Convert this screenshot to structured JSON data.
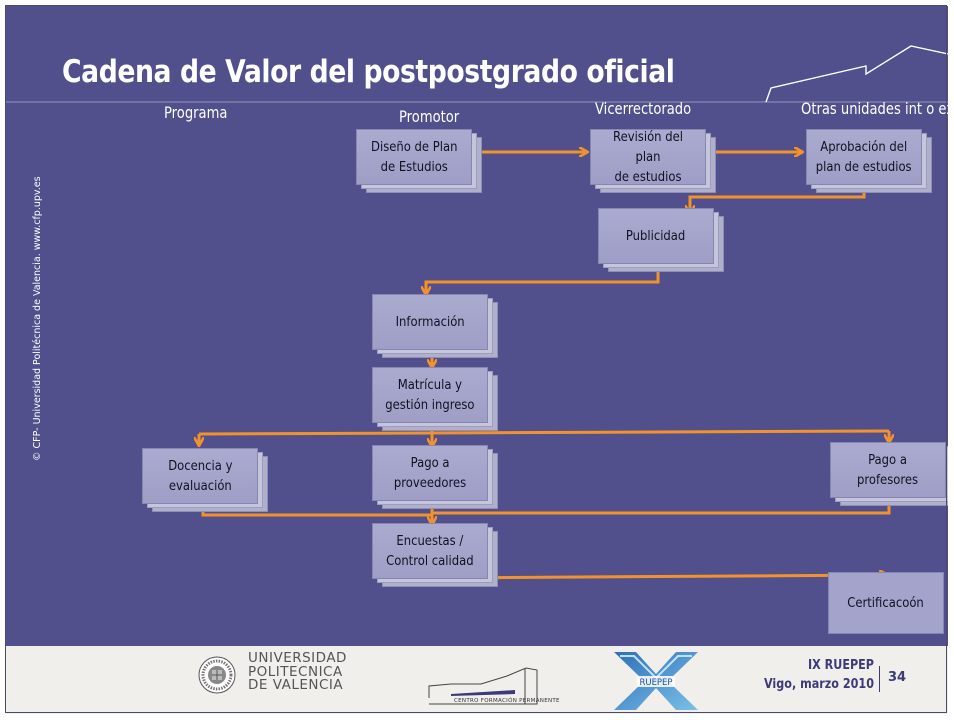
{
  "slide": {
    "title": "Cadena de Valor del postpostgrado oficial",
    "side_text": "© CFP- Universidad Politécnica de Valencia. www.cfp.upv.es"
  },
  "columns": [
    "Programa",
    "Promotor",
    "Vicerrectorado",
    "Otras unidades int o ext"
  ],
  "boxes": {
    "diseno": "Diseño de Plan\nde Estudios",
    "revision": "Revisión del plan\nde estudios",
    "aprobacion": "Aprobación del\nplan de estudios",
    "publicidad": "Publicidad",
    "informacion": "Información",
    "matricula": "Matrícula y\ngestión ingreso",
    "docencia": "Docencia y\nevaluación",
    "pago_proveedores": "Pago  a\nproveedores",
    "pago_profesores": "Pago  a\nprofesores",
    "encuestas": "Encuestas /\nControl calidad",
    "certificacion": "Certificacoón"
  },
  "footer": {
    "university_line1": "UNIVERSIDAD",
    "university_line2": "POLITECNICA",
    "university_line3": "DE VALENCIA",
    "cfp_label": "CENTRO FORMACIÓN PERMANENTE",
    "ruepep_logo_text": "RUEPEP",
    "conference": "IX RUEPEP",
    "location_date": "Vigo, marzo 2010",
    "page_number": "34"
  },
  "colors": {
    "background": "#51508d",
    "box_fill": "#a3a3cb",
    "arrow": "#f2922c",
    "footer_bg": "#f0efec",
    "footer_text": "#3d3a78"
  }
}
